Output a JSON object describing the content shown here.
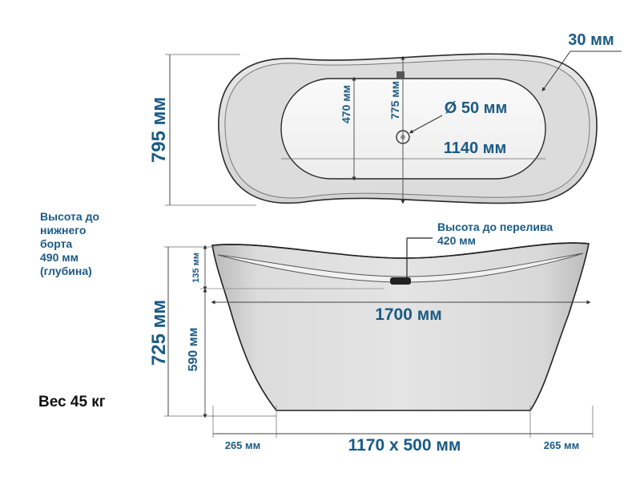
{
  "top_view": {
    "length_outer": "795 мм",
    "rim_width": "30 мм",
    "inner_width": "470 мм",
    "outer_width": "775 мм",
    "drain_diameter": "Ø 50 мм",
    "inner_length": "1140 мм"
  },
  "side_view": {
    "total_height": "725 мм",
    "rim_drop": "135 мм",
    "body_height": "590 мм",
    "total_length": "1700 мм",
    "left_overhang": "265 мм",
    "base_size": "1170 x 500 мм",
    "right_overhang": "265 мм",
    "overflow_label": "Высота до перелива",
    "overflow_value": "420 мм"
  },
  "depth_note": [
    "Высота до",
    "нижнего",
    "борта",
    "490 мм",
    "(глубина)"
  ],
  "weight": "Вес 45 кг",
  "colors": {
    "accent": "#1a5b86",
    "outline": "#222222",
    "dim_line": "#444444"
  }
}
